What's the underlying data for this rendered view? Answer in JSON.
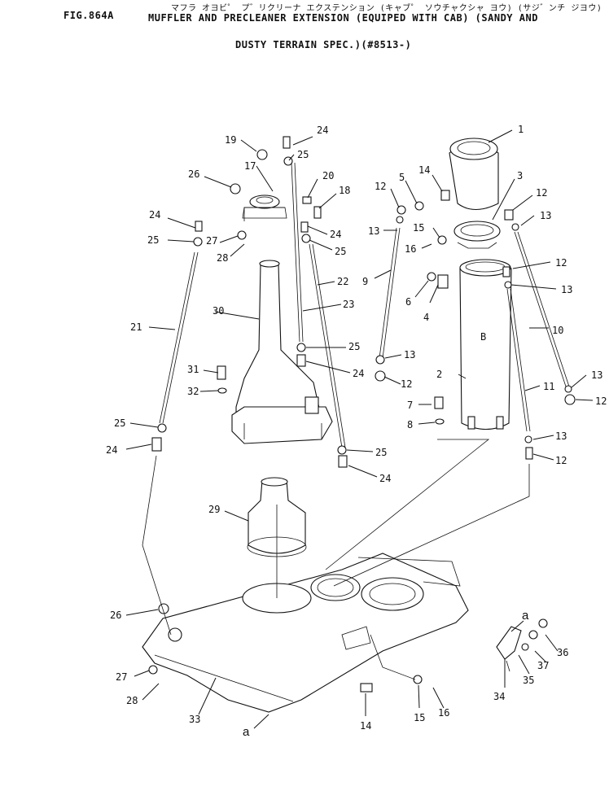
{
  "header": {
    "fig": "FIG.864A",
    "kana": "マフラ オヨビ゜ プ゛リクリーナ エクステンション (キャブ゜ ソウチャクシャ ヨウ) (サジ゛ンチ ジヨウ)",
    "line1": "MUFFLER AND PRECLEANER EXTENSION (EQUIPED WITH CAB) (SANDY AND",
    "line2": "DUSTY TERRAIN SPEC.)(#8513-)"
  },
  "callouts": [
    {
      "id": "c1",
      "text": "1"
    },
    {
      "id": "c2",
      "text": "2"
    },
    {
      "id": "c3",
      "text": "3"
    },
    {
      "id": "c4",
      "text": "4"
    },
    {
      "id": "c5",
      "text": "5"
    },
    {
      "id": "c6",
      "text": "6"
    },
    {
      "id": "c7",
      "text": "7"
    },
    {
      "id": "c8",
      "text": "8"
    },
    {
      "id": "c9",
      "text": "9"
    },
    {
      "id": "c10",
      "text": "10"
    },
    {
      "id": "c11",
      "text": "11"
    },
    {
      "id": "c12a",
      "text": "12"
    },
    {
      "id": "c12b",
      "text": "12"
    },
    {
      "id": "c12c",
      "text": "12"
    },
    {
      "id": "c12d",
      "text": "12"
    },
    {
      "id": "c12e",
      "text": "12"
    },
    {
      "id": "c12f",
      "text": "12"
    },
    {
      "id": "c13a",
      "text": "13"
    },
    {
      "id": "c13b",
      "text": "13"
    },
    {
      "id": "c13c",
      "text": "13"
    },
    {
      "id": "c13d",
      "text": "13"
    },
    {
      "id": "c13e",
      "text": "13"
    },
    {
      "id": "c13f",
      "text": "13"
    },
    {
      "id": "c14a",
      "text": "14"
    },
    {
      "id": "c14b",
      "text": "14"
    },
    {
      "id": "c15a",
      "text": "15"
    },
    {
      "id": "c15b",
      "text": "15"
    },
    {
      "id": "c16a",
      "text": "16"
    },
    {
      "id": "c16b",
      "text": "16"
    },
    {
      "id": "c17",
      "text": "17"
    },
    {
      "id": "c18",
      "text": "18"
    },
    {
      "id": "c19",
      "text": "19"
    },
    {
      "id": "c20",
      "text": "20"
    },
    {
      "id": "c21",
      "text": "21"
    },
    {
      "id": "c22",
      "text": "22"
    },
    {
      "id": "c23",
      "text": "23"
    },
    {
      "id": "c24a",
      "text": "24"
    },
    {
      "id": "c24b",
      "text": "24"
    },
    {
      "id": "c24c",
      "text": "24"
    },
    {
      "id": "c24d",
      "text": "24"
    },
    {
      "id": "c24e",
      "text": "24"
    },
    {
      "id": "c24f",
      "text": "24"
    },
    {
      "id": "c25a",
      "text": "25"
    },
    {
      "id": "c25b",
      "text": "25"
    },
    {
      "id": "c25c",
      "text": "25"
    },
    {
      "id": "c25d",
      "text": "25"
    },
    {
      "id": "c25e",
      "text": "25"
    },
    {
      "id": "c25f",
      "text": "25"
    },
    {
      "id": "c26a",
      "text": "26"
    },
    {
      "id": "c26b",
      "text": "26"
    },
    {
      "id": "c27a",
      "text": "27"
    },
    {
      "id": "c27b",
      "text": "27"
    },
    {
      "id": "c28a",
      "text": "28"
    },
    {
      "id": "c28b",
      "text": "28"
    },
    {
      "id": "c29",
      "text": "29"
    },
    {
      "id": "c30",
      "text": "30"
    },
    {
      "id": "c31",
      "text": "31"
    },
    {
      "id": "c32",
      "text": "32"
    },
    {
      "id": "c33",
      "text": "33"
    },
    {
      "id": "c34",
      "text": "34"
    },
    {
      "id": "c35",
      "text": "35"
    },
    {
      "id": "c36",
      "text": "36"
    },
    {
      "id": "c37",
      "text": "37"
    }
  ],
  "refs": {
    "a_bottom": "a",
    "a_detail": "a",
    "b_label": "B"
  }
}
